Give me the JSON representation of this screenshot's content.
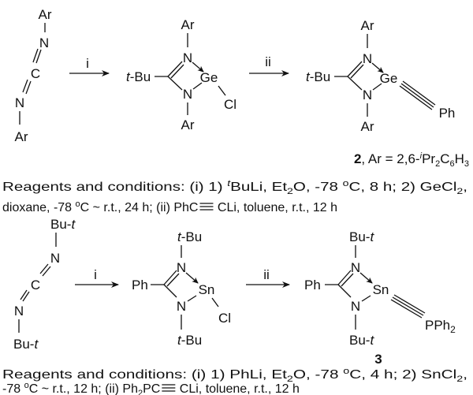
{
  "scheme1": {
    "reactant": {
      "top": "Ar",
      "n1": "N",
      "c": "C",
      "n2": "N",
      "bottom": "Ar"
    },
    "step_i": "i",
    "step_ii": "ii",
    "intermediate": {
      "r": "t",
      "r2": "-Bu",
      "n1": "N",
      "n2": "N",
      "metal": "Ge",
      "x": "Cl",
      "top": "Ar",
      "bottom": "Ar"
    },
    "product": {
      "r": "t",
      "r2": "-Bu",
      "n1": "N",
      "n2": "N",
      "metal": "Ge",
      "end": "Ph",
      "top": "Ar",
      "bottom": "Ar"
    },
    "label": {
      "num": "2",
      "a": ", Ar = 2,6-",
      "sup": "i",
      "b": "Pr",
      "sub1": "2",
      "c": "C",
      "sub2": "6",
      "d": "H",
      "sub3": "3"
    },
    "conditions": {
      "l1a": "Reagents and conditions: (i) 1) ",
      "l1sup": "t",
      "l1b": "BuLi, Et",
      "l1sub": "2",
      "l1c": "O, -78 ",
      "l1sup2": "o",
      "l1d": "C, 8 h; 2) GeCl",
      "l1sub2": "2",
      "l1e": ",",
      "l2a": "dioxane, -78 ",
      "l2sup": "o",
      "l2b": "C ~ r.t., 24 h; (ii) PhC",
      "l2c": " CLi, toluene, r.t., 12 h"
    }
  },
  "scheme2": {
    "reactant": {
      "top": "Bu-",
      "top_t": "t",
      "n1": "N",
      "c": "C",
      "n2": "N",
      "bottom": "Bu-",
      "bottom_t": "t"
    },
    "step_i": "i",
    "step_ii": "ii",
    "intermediate": {
      "r": "Ph",
      "n1": "N",
      "n2": "N",
      "metal": "Sn",
      "x": "Cl",
      "top_t": "t",
      "top": "-Bu",
      "bottom_t": "t",
      "bottom": "-Bu"
    },
    "product": {
      "r": "Ph",
      "n1": "N",
      "n2": "N",
      "metal": "Sn",
      "end": "PPh",
      "end_sub": "2",
      "top": "Bu-",
      "top_t": "t",
      "bottom": "Bu-",
      "bottom_t": "t"
    },
    "label": {
      "num": "3"
    },
    "conditions": {
      "l1a": "Reagents and conditions: (i) 1) PhLi, Et",
      "l1sub": "2",
      "l1b": "O, -78 ",
      "l1sup": "o",
      "l1c": "C, 4 h; 2) SnCl",
      "l1sub2": "2",
      "l1d": ",",
      "l2a": "-78 ",
      "l2sup": "o",
      "l2b": "C ~ r.t., 12 h; (ii) Ph",
      "l2sub": "2",
      "l2c": "PC",
      "l2d": " CLi, toluene, r.t., 12 h"
    }
  }
}
